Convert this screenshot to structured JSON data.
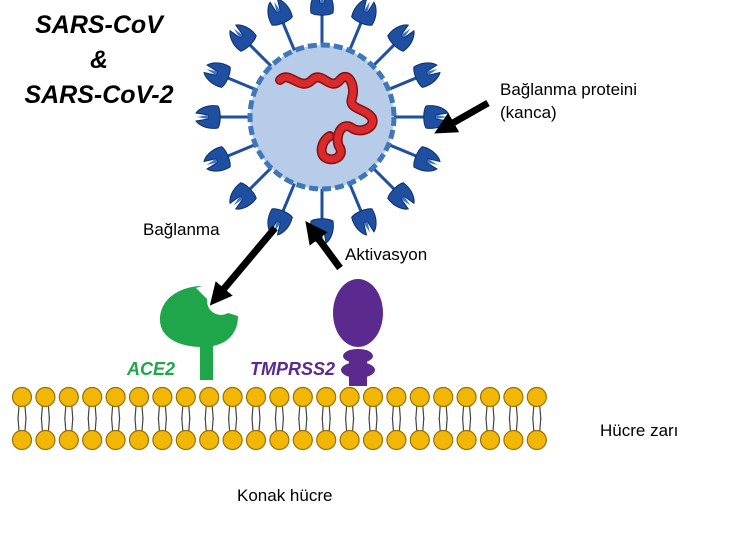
{
  "title": {
    "line1": "SARS-CoV",
    "line2": "&",
    "line3": "SARS-CoV-2"
  },
  "labels": {
    "binding_protein_line1": "Bağlanma proteini",
    "binding_protein_line2": "(kanca)",
    "binding": "Bağlanma",
    "activation": "Aktivasyon",
    "cell_membrane": "Hücre zarı",
    "host_cell": "Konak hücre"
  },
  "receptors": {
    "ace2": {
      "label": "ACE2",
      "color": "#1fa64a"
    },
    "tmprss2": {
      "label": "TMPRSS2",
      "color": "#5b2a8e"
    }
  },
  "colors": {
    "virus_body": "#b6cce9",
    "virus_envelope": "#3f77b8",
    "spike_protein": "#1e4fa0",
    "rna": "#d92b2b",
    "lipid_head": "#f2b705",
    "lipid_outline": "#9a7000",
    "arrow": "#000000"
  }
}
